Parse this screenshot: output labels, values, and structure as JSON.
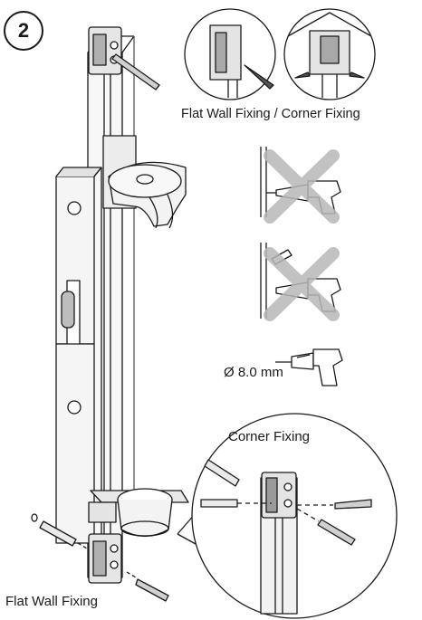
{
  "step": {
    "number": "2"
  },
  "labels": {
    "top": "Flat Wall Fixing / Corner Fixing",
    "corner": "Corner Fixing",
    "flat": "Flat Wall Fixing",
    "drill": "Ø 8.0 mm"
  },
  "colors": {
    "line": "#1a1a1a",
    "cross": "#b8b8b8",
    "fill_light": "#f2f2f2",
    "fill_mid": "#d9d9d9",
    "fill_dark": "#9a9a9a"
  }
}
